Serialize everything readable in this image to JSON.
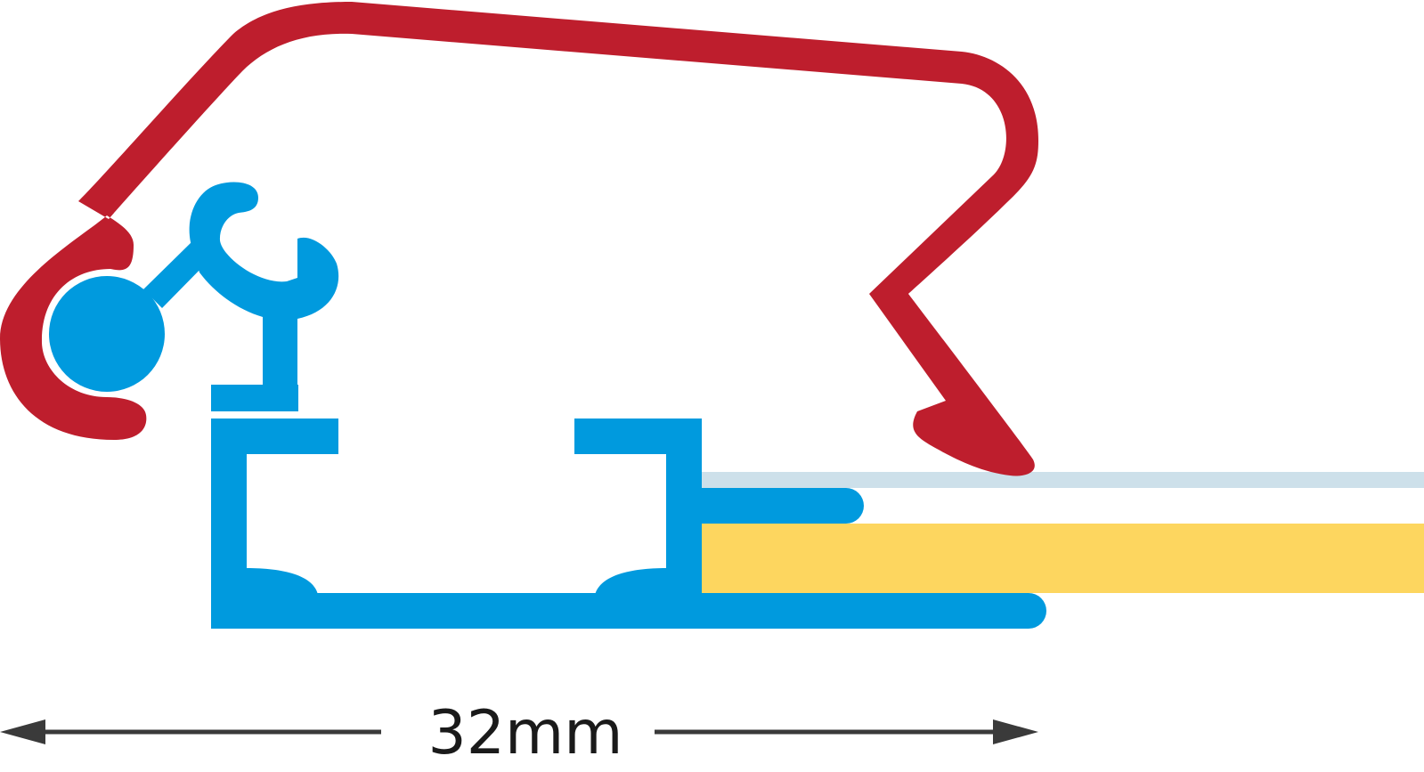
{
  "dimension": {
    "label": "32mm"
  },
  "colors": {
    "red_profile": "#be1e2d",
    "blue_profile": "#009ade",
    "glazing_panel": "#cde0ea",
    "poster_insert": "#fdd65f",
    "dimension_arrow": "#3a3a3a",
    "background": "#ffffff"
  },
  "components": [
    "red-snap-cover",
    "blue-base-profile",
    "clear-cover-sheet",
    "yellow-poster-insert",
    "dimension-arrow"
  ]
}
